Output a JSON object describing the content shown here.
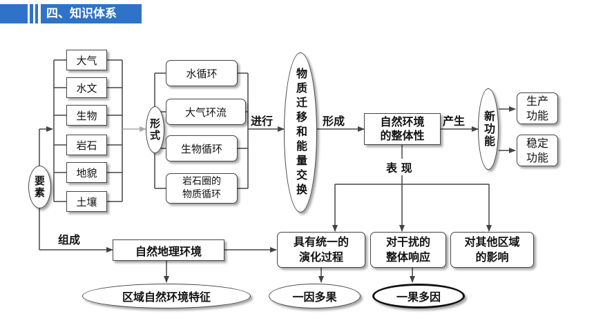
{
  "header": {
    "title": "四、知识体系"
  },
  "elements_label": "要素",
  "elements": [
    "大气",
    "水文",
    "生物",
    "岩石",
    "地貌",
    "土壤"
  ],
  "forms_label": "形式",
  "forms": [
    "水循环",
    "大气环流",
    "生物循环",
    "岩石圈的\n物质循环"
  ],
  "proceed_label": "进行",
  "exchange_label": "物质迁移和能量交换",
  "form_label": "形成",
  "integrity_box": "自然环境\n的整体性",
  "produce_label": "产生",
  "new_function_label": "新功能",
  "functions": [
    "生产\n功能",
    "稳定\n功能"
  ],
  "manifest_label": "表 现",
  "compose_label": "组成",
  "geo_env_box": "自然地理环境",
  "manifestations": [
    "具有统一的\n演化过程",
    "对干扰的\n整体响应",
    "对其他区域\n的影响"
  ],
  "results": [
    "区域自然环境特征",
    "一因多果",
    "一果多因"
  ]
}
